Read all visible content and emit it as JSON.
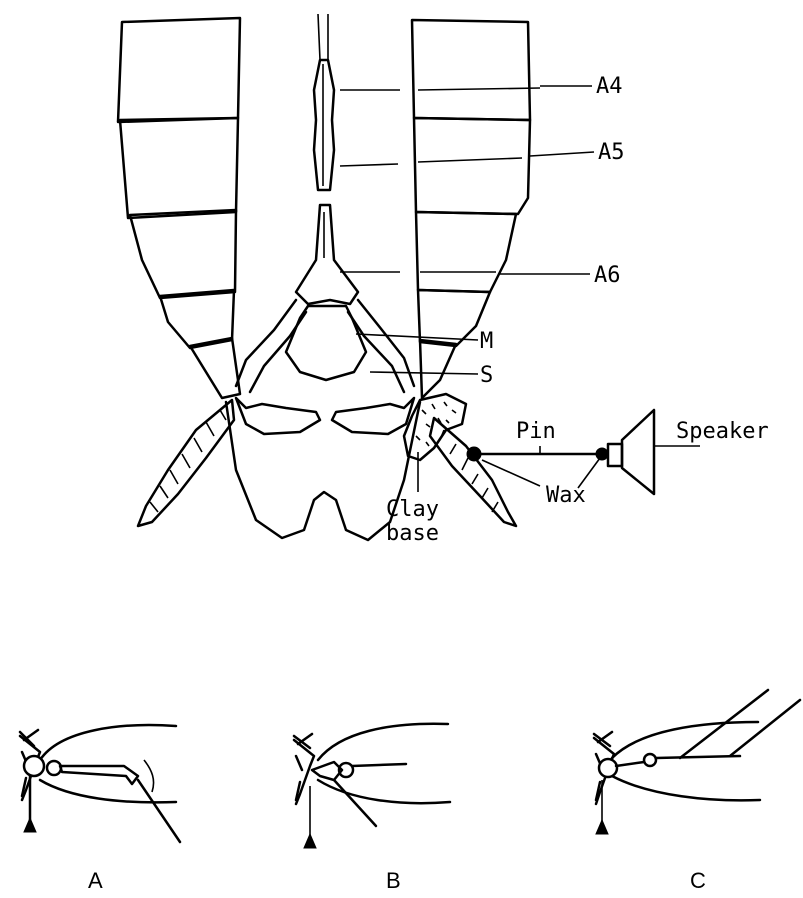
{
  "labels": {
    "a4": "A4",
    "a5": "A5",
    "a6": "A6",
    "m": "M",
    "s": "S",
    "pin": "Pin",
    "speaker": "Speaker",
    "wax": "Wax",
    "clay_line1": "Clay",
    "clay_line2": "base"
  },
  "panels": [
    {
      "id": "A",
      "label": "A"
    },
    {
      "id": "B",
      "label": "B"
    },
    {
      "id": "C",
      "label": "C"
    }
  ]
}
